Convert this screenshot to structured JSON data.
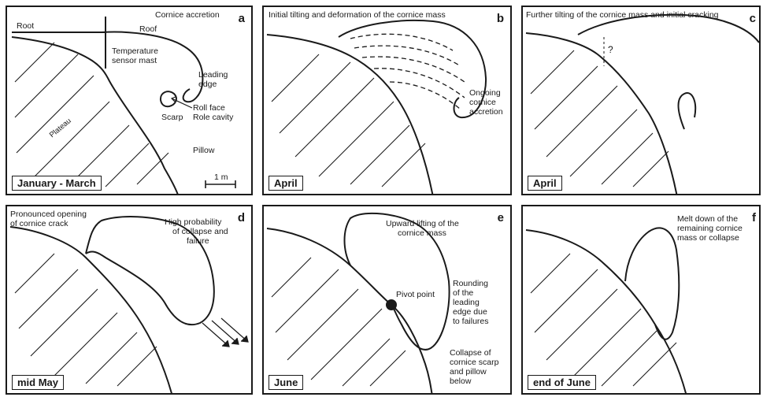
{
  "panels": {
    "a": {
      "letter": "a",
      "date": "January - March",
      "labels": {
        "root": "Root",
        "cornice_accretion": "Cornice accretion",
        "roof": "Roof",
        "temperature": "Temperature",
        "sensor_mast": "sensor mast",
        "leading": "Leading",
        "edge": "edge",
        "roll_face": "Roll face",
        "scarp": "Scarp",
        "role_cavity": "Role cavity",
        "plateau": "Plateau",
        "pillow": "Pillow",
        "scale": "1 m"
      }
    },
    "b": {
      "letter": "b",
      "date": "April",
      "labels": {
        "caption": "Initial tilting and deformation of the cornice mass",
        "ongoing": "Ongoing",
        "cornice": "cornice",
        "accretion": "accretion"
      }
    },
    "c": {
      "letter": "c",
      "date": "April",
      "labels": {
        "caption": "Further tilting of the cornice mass and initial cracking",
        "question": "?"
      }
    },
    "d": {
      "letter": "d",
      "date": "mid May",
      "labels": {
        "pronounced": "Pronounced opening",
        "of_crack": "of cornice crack",
        "high": "High probability",
        "collapse": "of collapse and",
        "failure": "failure"
      }
    },
    "e": {
      "letter": "e",
      "date": "June",
      "labels": {
        "upward": "Upward lifting of the",
        "cornice_mass": "cornice mass",
        "pivot": "Pivot point",
        "rounding": "Rounding",
        "of_the": "of the",
        "leading": "leading",
        "edge_due": "edge due",
        "to_failures": "to failures",
        "collapse_of": "Collapse of",
        "cornice_scarp": "cornice scarp",
        "and_pillow": "and pillow",
        "below": "below"
      }
    },
    "f": {
      "letter": "f",
      "date": "end of June",
      "labels": {
        "melt": "Melt down of the",
        "remaining": "remaining cornice",
        "mass": "mass or collapse"
      }
    }
  }
}
